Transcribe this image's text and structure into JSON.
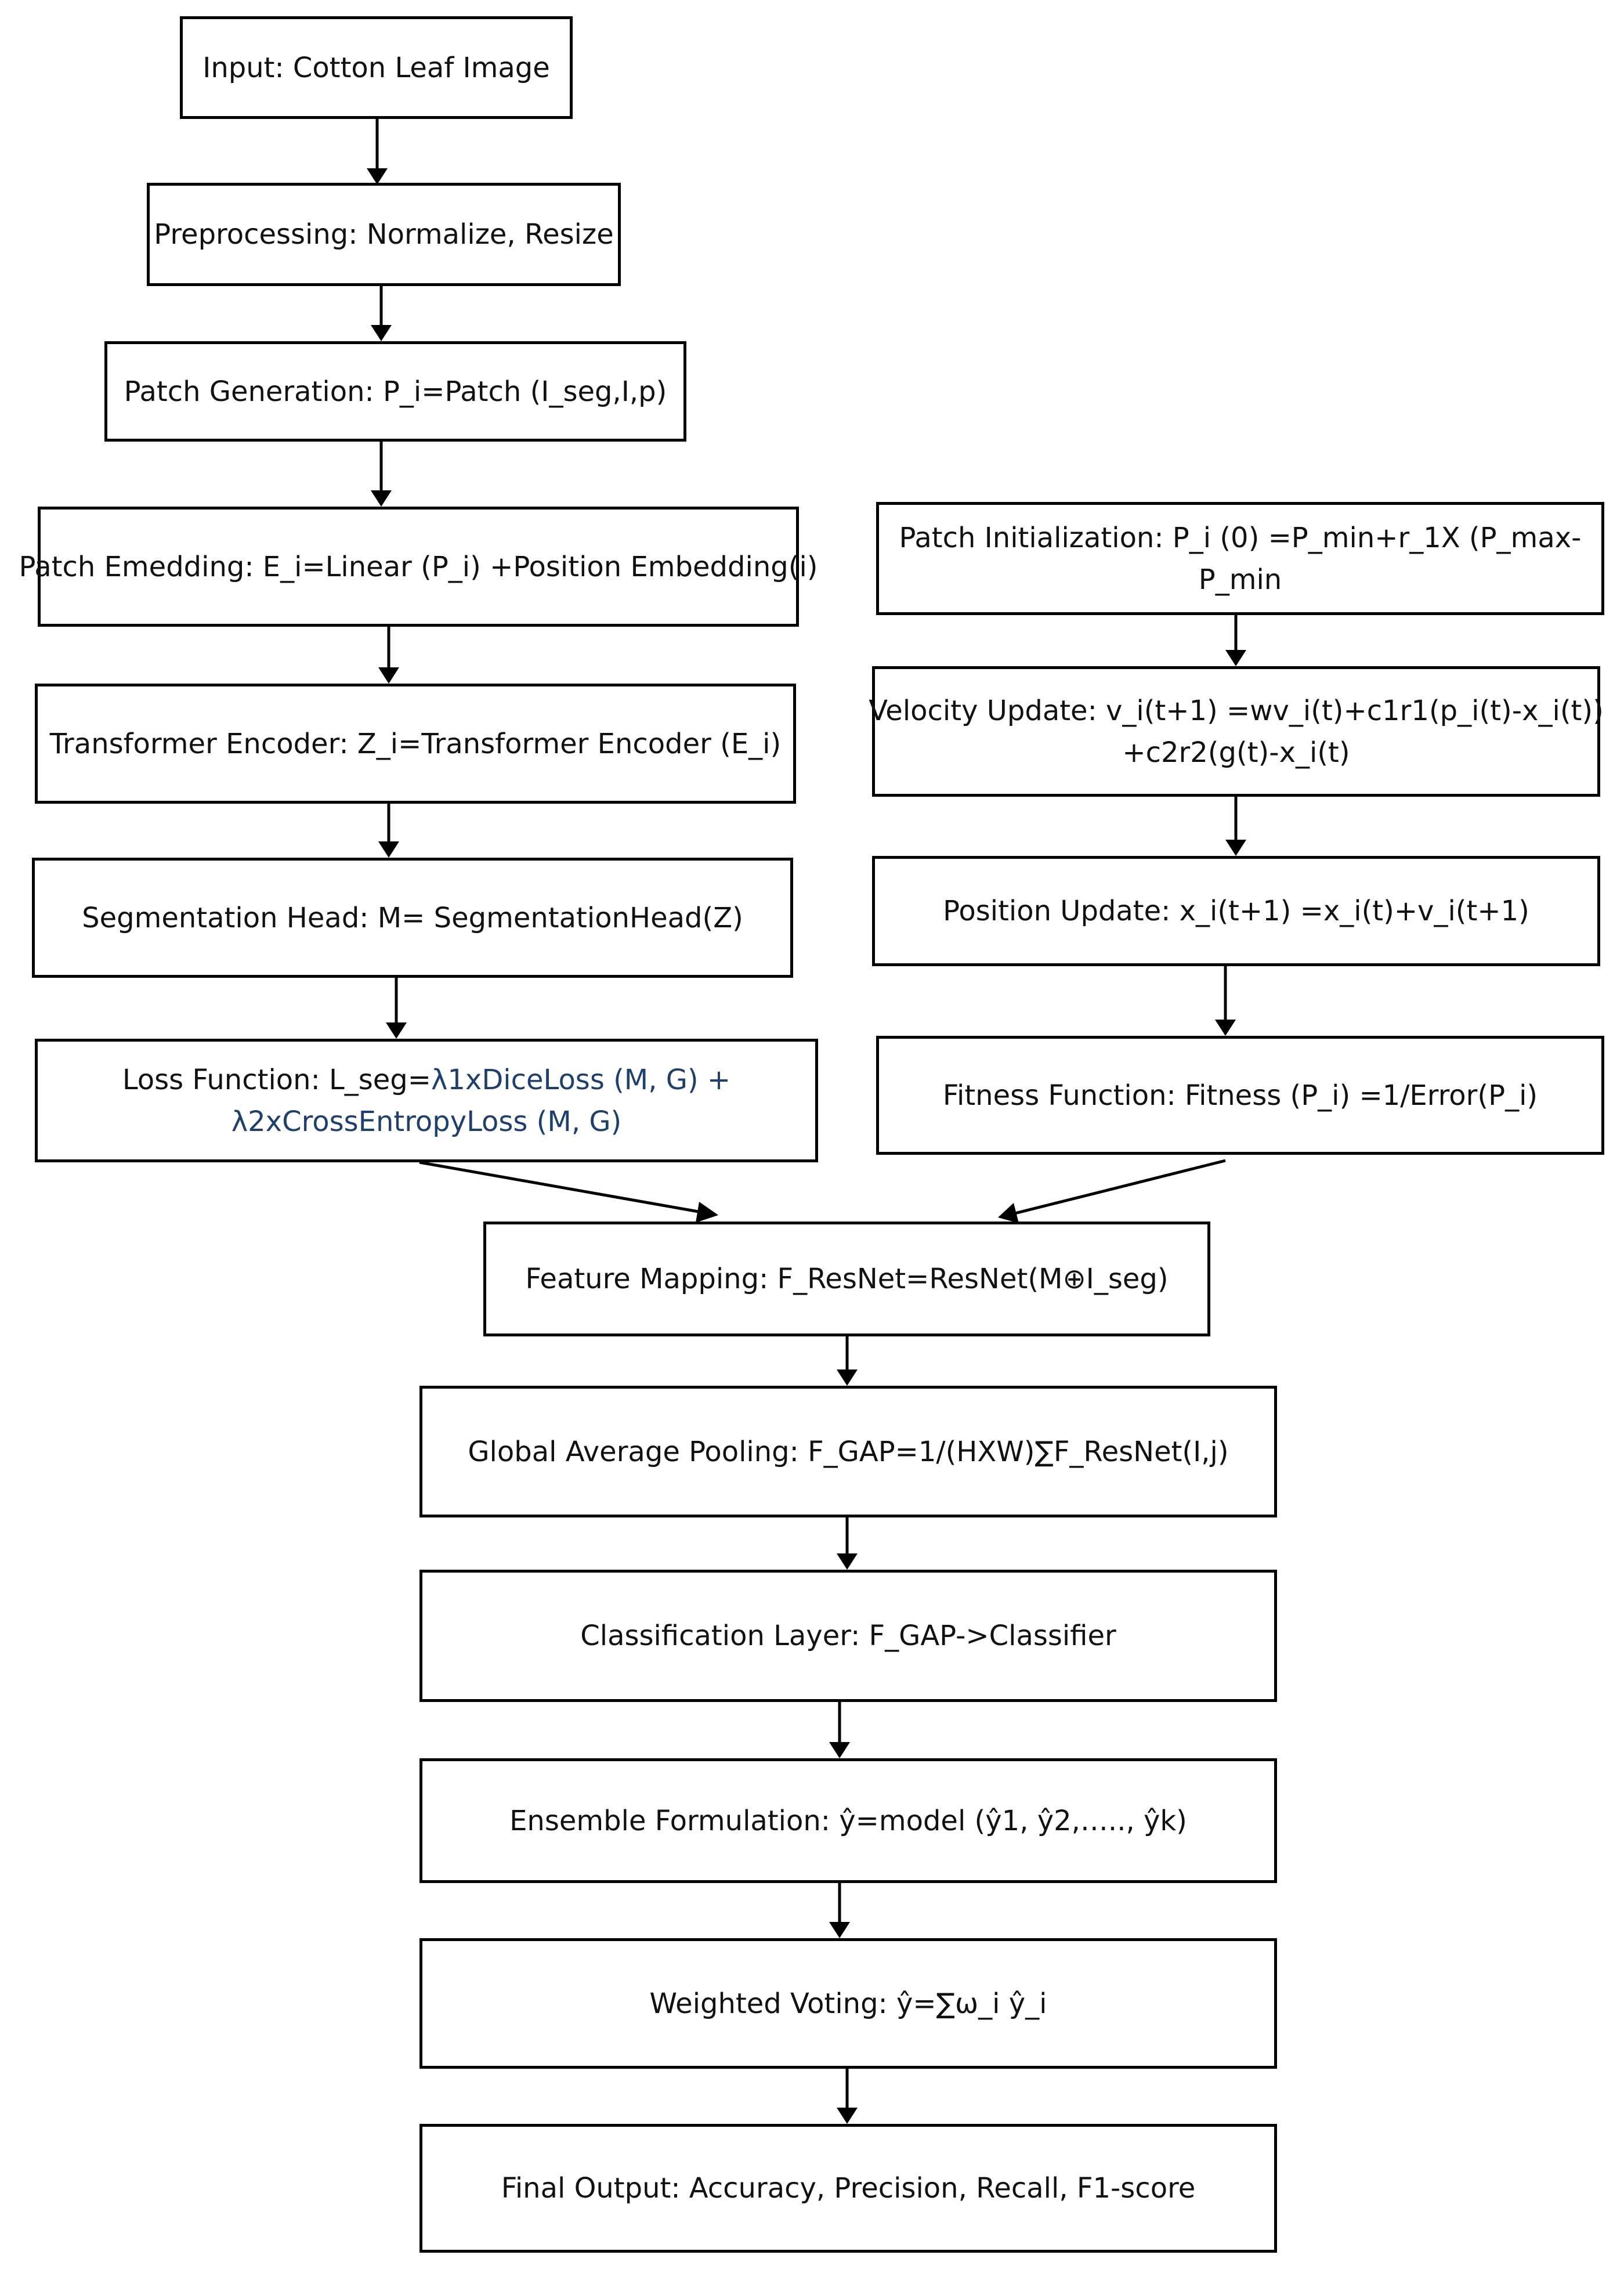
{
  "nodes": {
    "input": "Input: Cotton Leaf Image",
    "preprocessing": "Preprocessing: Normalize, Resize",
    "patch_generation": "Patch Generation: P_i=Patch (I_seg,I,p)",
    "patch_embedding": "Patch Emedding: E_i=Linear (P_i) +Position Embedding(i)",
    "transformer_encoder": "Transformer Encoder: Z_i=Transformer Encoder (E_i)",
    "segmentation_head": "Segmentation Head: M= SegmentationHead(Z)",
    "loss_function": {
      "line1_prefix": "Loss Function: L_seg=",
      "line1_rest": "λ1xDiceLoss (M, G) +",
      "line2": "λ2xCrossEntropyLoss (M, G)"
    },
    "patch_initialization": {
      "line1": "Patch Initialization: P_i (0) =P_min+r_1X (P_max-",
      "line2": "P_min"
    },
    "velocity_update": {
      "line1": "Velocity Update: v_i(t+1) =wv_i(t)+c1r1(p_i(t)-x_i(t))",
      "line2": "+c2r2(g(t)-x_i(t)"
    },
    "position_update": "Position Update: x_i(t+1) =x_i(t)+v_i(t+1)",
    "fitness_function": "Fitness Function: Fitness (P_i) =1/Error(P_i)",
    "feature_mapping": "Feature Mapping: F_ResNet=ResNet(M⊕I_seg)",
    "global_average_pooling": "Global Average Pooling: F_GAP=1/(HXW)∑F_ResNet(I,j)",
    "classification_layer": "Classification Layer: F_GAP->Classifier",
    "ensemble_formulation": "Ensemble Formulation: ŷ=model (ŷ1, ŷ2,….., ŷk)",
    "weighted_voting": "Weighted Voting: ŷ=∑ω_i ŷ_i",
    "final_output": "Final Output: Accuracy, Precision, Recall, F1-score"
  },
  "colors": {
    "border": "#000000",
    "text": "#111111",
    "highlight_text": "#1f3f6e"
  }
}
